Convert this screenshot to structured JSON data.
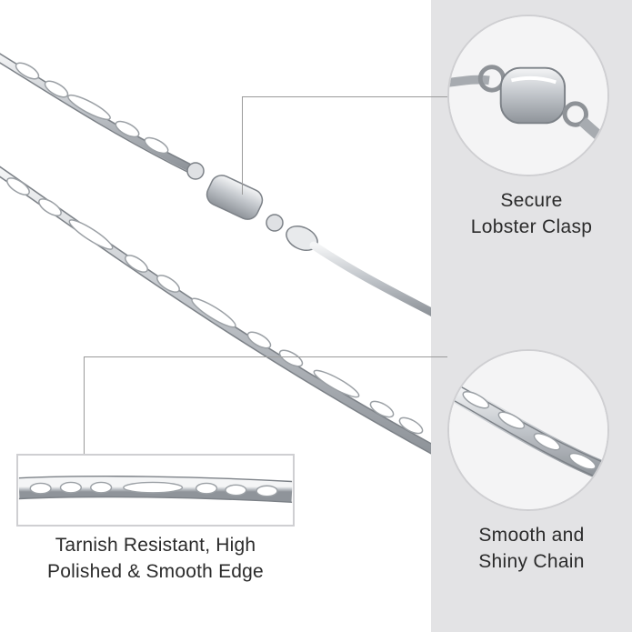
{
  "feature_clasp": {
    "line1": "Secure",
    "line2": "Lobster Clasp"
  },
  "feature_chain": {
    "line1": "Smooth and",
    "line2": "Shiny Chain"
  },
  "feature_finish": {
    "line1": "Tarnish Resistant, High",
    "line2": "Polished & Smooth Edge"
  },
  "colors": {
    "panel": "#e3e3e5",
    "silver": "#c9ccd0",
    "silver_dark": "#8e9297",
    "text": "#2b2b2b"
  }
}
